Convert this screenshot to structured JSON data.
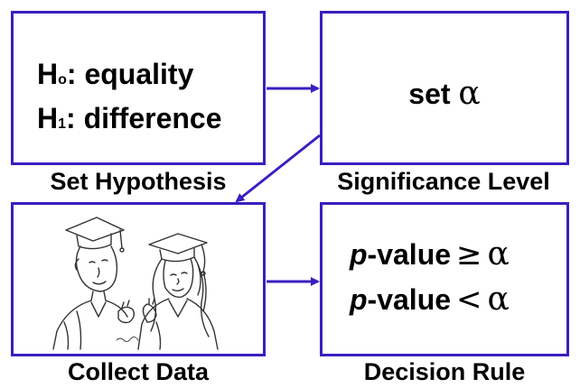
{
  "boxes": {
    "hypothesis": {
      "caption": "Set Hypothesis",
      "h0_symbol": "H",
      "h0_sub": "o",
      "h0_text": ": equality",
      "h1_symbol": "H",
      "h1_sub": "1",
      "h1_text": ": difference"
    },
    "significance": {
      "caption": "Significance Level",
      "text": "set",
      "alpha": "α"
    },
    "collect": {
      "caption": "Collect Data",
      "image": "graduates-clipart"
    },
    "decision": {
      "caption": "Decision Rule",
      "rule1_p": "p",
      "rule1_text": "-value",
      "rule1_op": "≥",
      "rule1_alpha": "α",
      "rule2_p": "p",
      "rule2_text": "-value",
      "rule2_op": "<",
      "rule2_alpha": "α"
    }
  },
  "colors": {
    "box_border": "#3a1fbf",
    "arrow": "#3a1fbf",
    "text": "#000000"
  }
}
